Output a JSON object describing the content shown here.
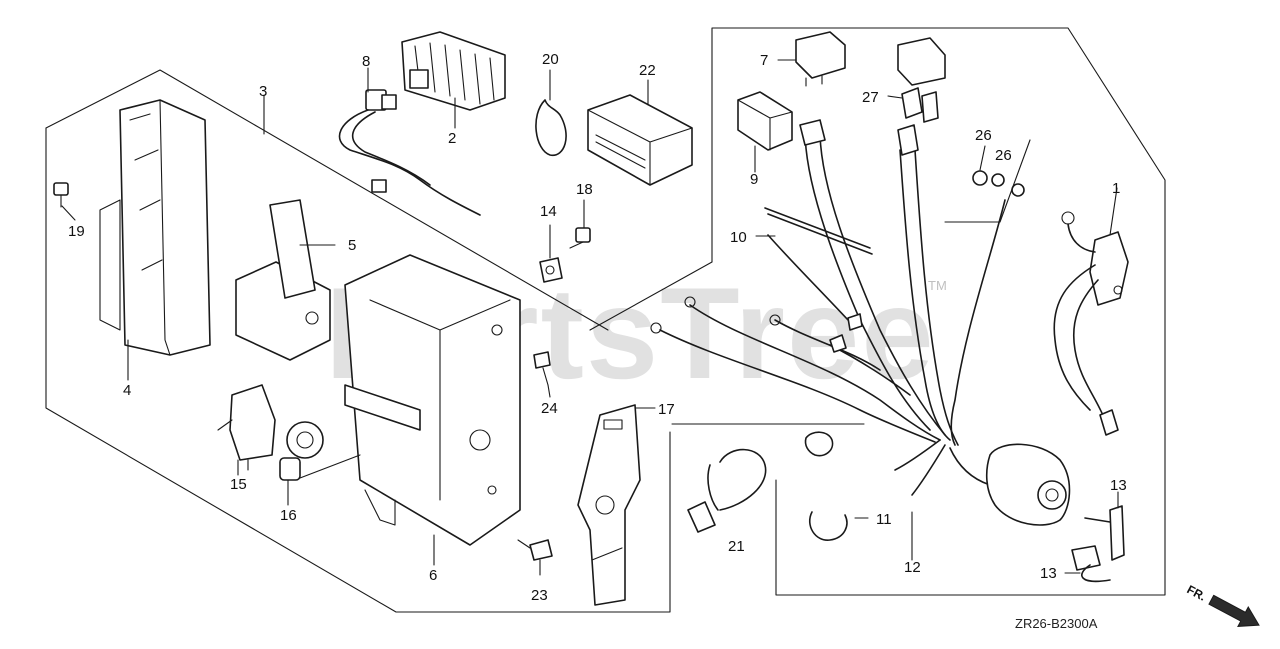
{
  "watermark": {
    "text": "PartsTree",
    "trademark": "TM"
  },
  "diagram_code": "ZR26-B2300A",
  "direction_marker": "FR.",
  "callouts": {
    "c1": "1",
    "c2": "2",
    "c3": "3",
    "c4": "4",
    "c5": "5",
    "c6": "6",
    "c7": "7",
    "c8": "8",
    "c9": "9",
    "c10": "10",
    "c11": "11",
    "c12": "12",
    "c13a": "13",
    "c13b": "13",
    "c14": "14",
    "c15": "15",
    "c16": "16",
    "c17": "17",
    "c18": "18",
    "c19": "19",
    "c20": "20",
    "c21": "21",
    "c22": "22",
    "c23": "23",
    "c24": "24",
    "c26a": "26",
    "c26b": "26",
    "c27": "27"
  }
}
